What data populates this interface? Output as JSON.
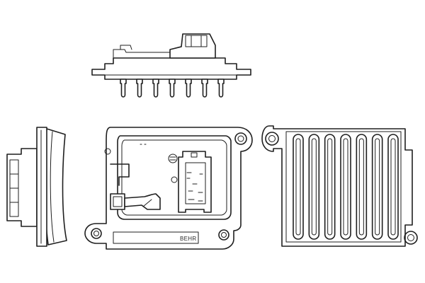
{
  "drawing": {
    "part_marking": "BEHR",
    "terminal_pins": 7,
    "heat_sink_fins": 7
  }
}
